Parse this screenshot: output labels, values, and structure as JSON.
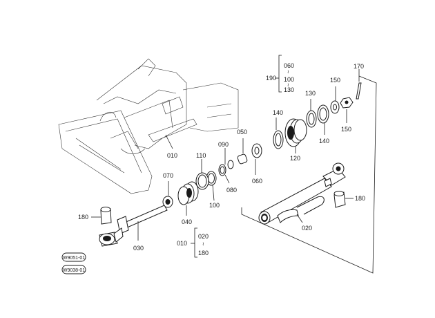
{
  "labels": {
    "p010": "010",
    "p020": "020",
    "p030": "030",
    "p040": "040",
    "p050": "050",
    "p060": "060",
    "p060b": "060",
    "p070": "070",
    "p080": "080",
    "p090": "090",
    "p100": "100",
    "p100b": "100",
    "p110": "110",
    "p120": "120",
    "p130": "130",
    "p130b": "130",
    "p140": "140",
    "p140b": "140",
    "p150": "150",
    "p150b": "150",
    "p170": "170",
    "p180a": "180",
    "p180b": "180",
    "p180c": "180",
    "p190": "190",
    "p010c": "010",
    "p020c": "020"
  },
  "refs": {
    "ref1": "W9051-01",
    "ref2": "W9038-01"
  }
}
